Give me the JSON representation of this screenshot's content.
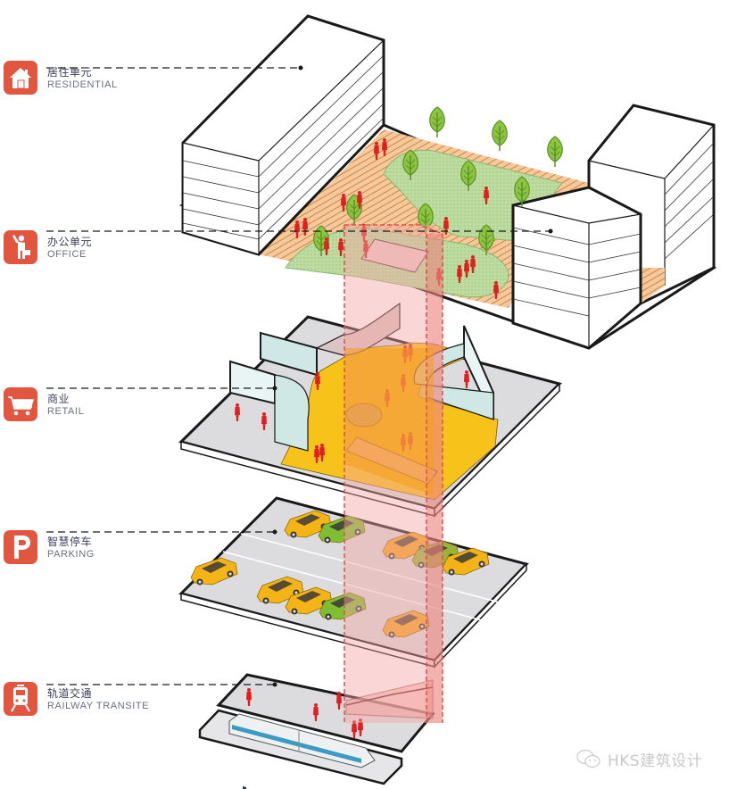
{
  "legend": [
    {
      "id": "residential",
      "cn": "居住单元",
      "en": "RESIDENTIAL",
      "icon": "house-icon"
    },
    {
      "id": "office",
      "cn": "办公单元",
      "en": "OFFICE",
      "icon": "businessman-icon"
    },
    {
      "id": "retail",
      "cn": "商业",
      "en": "RETAIL",
      "icon": "shopping-cart-icon"
    },
    {
      "id": "parking",
      "cn": "智慧停车",
      "en": "PARKING",
      "icon": "parking-p-icon"
    },
    {
      "id": "railway",
      "cn": "轨道交通",
      "en": "RAILWAY TRANSITE",
      "icon": "train-icon"
    }
  ],
  "watermark": {
    "text": "HKS建筑设计",
    "icon": "wechat-icon"
  },
  "colors": {
    "icon_bg": "#e2553f",
    "core_pink": "#f4a7a3",
    "core_border": "#d9534f",
    "retail_floor": "#f7c31a",
    "retail_core": "#f59d1e",
    "deck_hatch": "#f2b97a",
    "green_area": "#b9d99a",
    "tree": "#8cc63f",
    "people": "#e02020",
    "car_yellow": "#f5b416",
    "car_green": "#7fbd32",
    "slab_grey": "#dcdcde",
    "glass": "#cfe8e6"
  }
}
